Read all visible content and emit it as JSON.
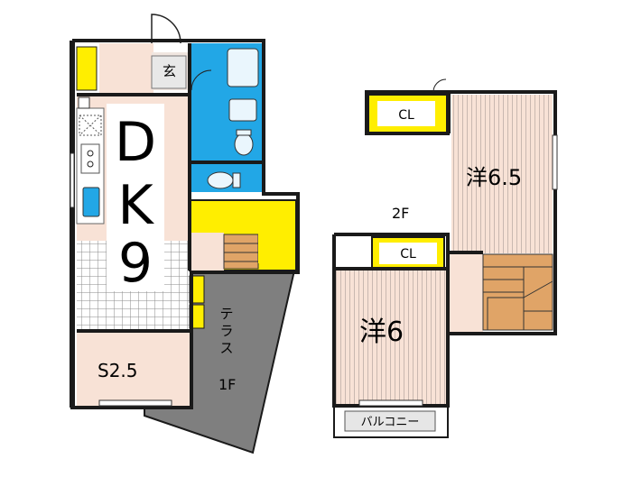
{
  "colors": {
    "wall": "#1a1a1a",
    "floor_beige": "#f8e2d6",
    "yellow": "#ffee00",
    "wet_blue": "#22a7e6",
    "stair_orange": "#e0a467",
    "terrace_gray": "#7f7f7f",
    "tile_gray": "#cfcfcf",
    "wood_stripe": "#c9b8b0"
  },
  "floor1": {
    "label": "1F",
    "entrance": "玄",
    "dk_letters": [
      "D",
      "K",
      "9"
    ],
    "storage": "S2.5",
    "terrace": [
      "テ",
      "ラ",
      "ス"
    ]
  },
  "floor2": {
    "label": "2F",
    "closet_upper": "CL",
    "closet_lower": "CL",
    "room_large": "洋6.5",
    "room_small": "洋6",
    "balcony": "バルコニー"
  }
}
